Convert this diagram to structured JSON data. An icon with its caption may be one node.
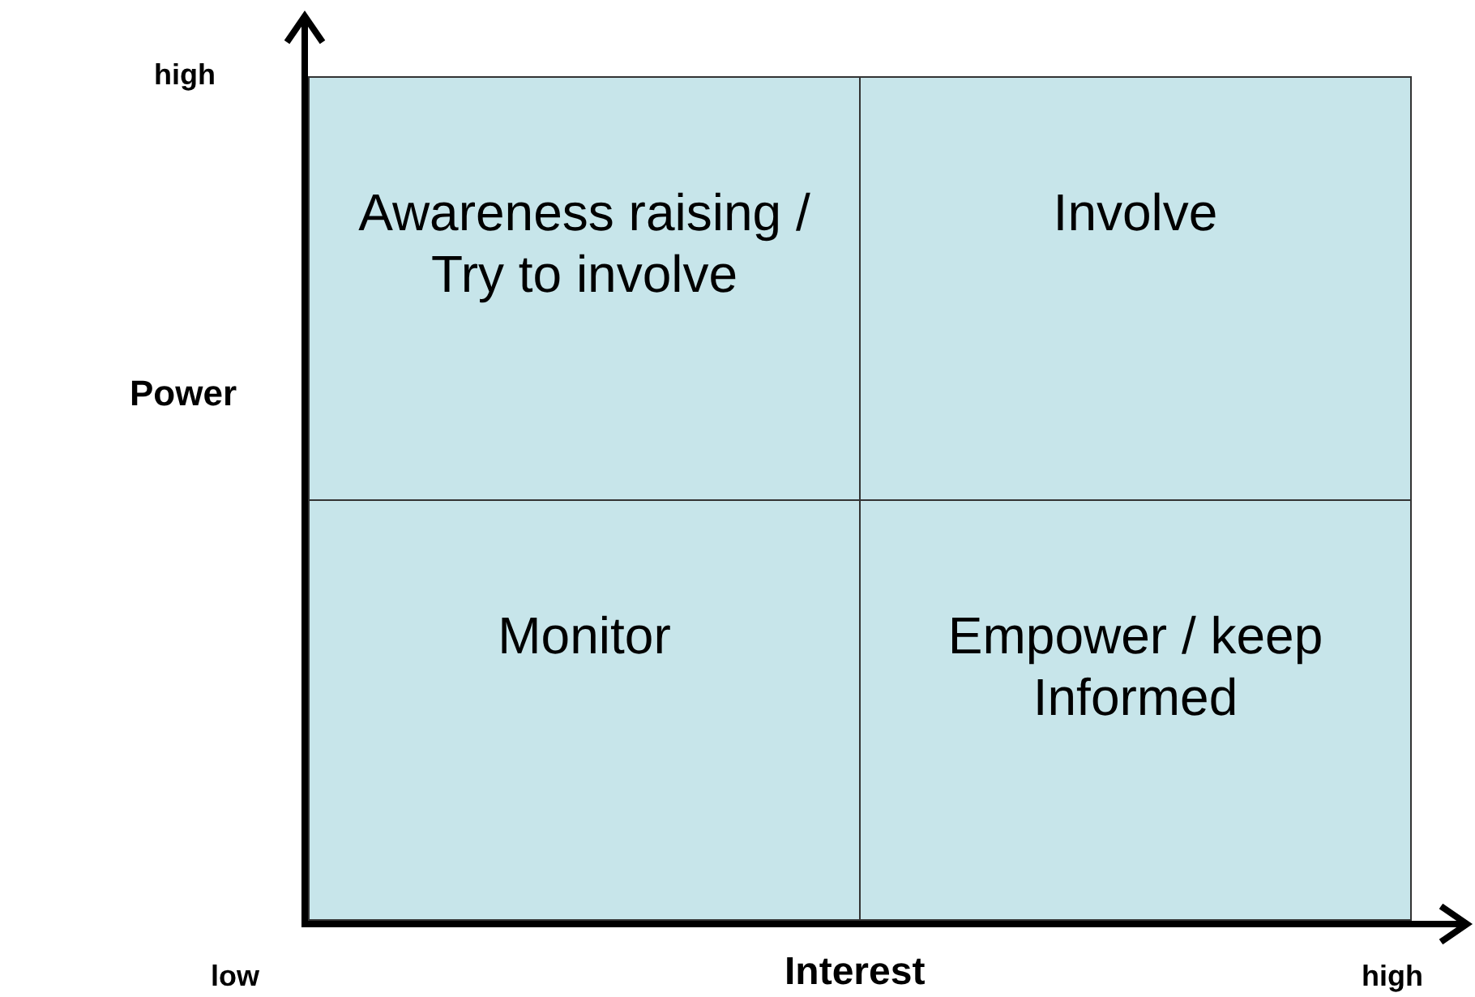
{
  "diagram": {
    "nodes": [
      {
        "text": [
          "Awareness raising / Try to involve"
        ]
      },
      {
        "text": [
          "Involve"
        ]
      },
      {
        "text": [
          "Monitor"
        ]
      },
      {
        "text": [
          "Empower / keep Informed"
        ]
      }
    ],
    "labels": [
      "high",
      "Power",
      "low",
      "Interest",
      "high"
    ]
  }
}
